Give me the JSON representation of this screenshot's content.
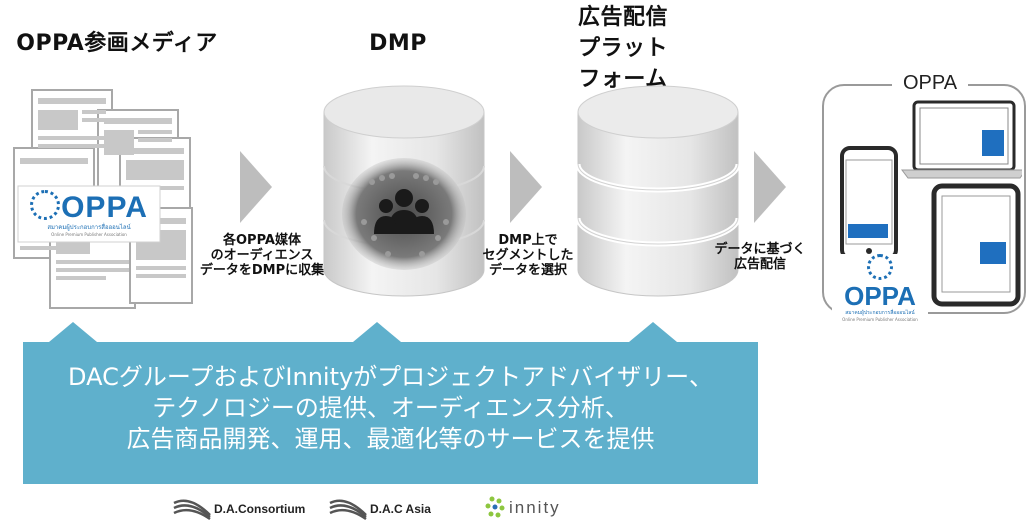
{
  "columns": {
    "media_title": "OPPA参画メディア",
    "dmp_title": "DMP",
    "platform_title_lines": [
      "広告配信",
      "プラット",
      "フォーム"
    ]
  },
  "captions": {
    "collect": [
      "各OPPA媒体",
      "のオーディエンス",
      "データをDMPに収集"
    ],
    "select": [
      "DMP上で",
      "セグメントした",
      "データを選択"
    ],
    "deliver": [
      "データに基づく",
      "広告配信"
    ]
  },
  "oppa_box_label": "OPPA",
  "oppa_logo": {
    "text": "OPPA",
    "subtitle": "สมาคมผู้ประกอบการสื่อออนไลน์",
    "subtitle2": "Online Premium Publisher Association"
  },
  "banner_lines": [
    "DACグループおよびInnityがプロジェクトアドバイザリー、",
    "テクノロジーの提供、オーディエンス分析、",
    "広告商品開発、運用、最適化等のサービスを提供"
  ],
  "footer_logos": {
    "dac_consortium": "D.A.Consortium",
    "dac_asia": "D.A.C Asia",
    "innity": "innity"
  },
  "colors": {
    "banner": "#5fb0cc",
    "arrow": "#bdbdbd",
    "device_screen": "#1f6fbf",
    "logo_blue": "#1c6fb5"
  }
}
